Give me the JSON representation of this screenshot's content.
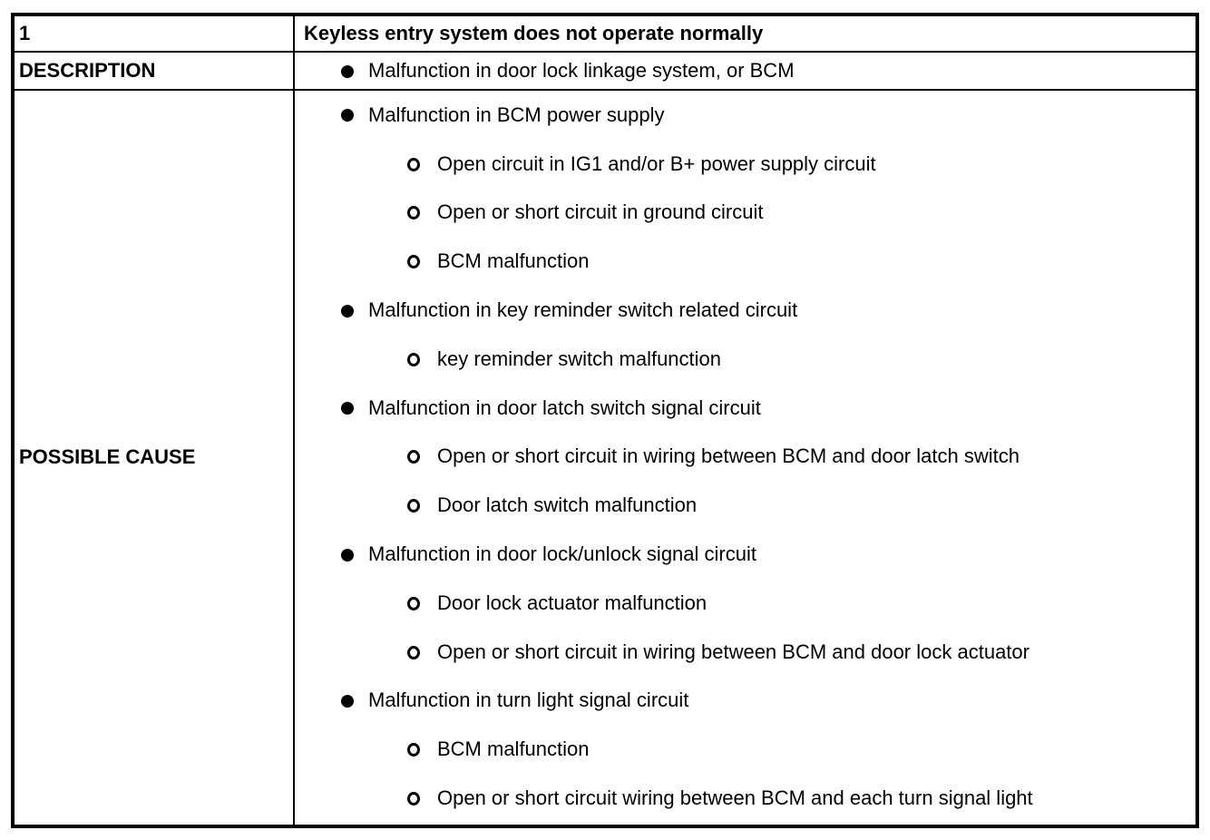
{
  "table": {
    "colors": {
      "border": "#000000",
      "text": "#000000",
      "background": "#ffffff"
    },
    "header": {
      "number": "1",
      "title": "Keyless entry system does not operate normally"
    },
    "description": {
      "label": "DESCRIPTION",
      "items": [
        {
          "level": 1,
          "text": "Malfunction in door lock linkage system, or BCM"
        }
      ]
    },
    "possible_cause": {
      "label": "POSSIBLE CAUSE",
      "items": [
        {
          "level": 1,
          "text": "Malfunction in BCM power supply"
        },
        {
          "level": 2,
          "text": "Open circuit in IG1 and/or B+ power supply circuit"
        },
        {
          "level": 2,
          "text": "Open or short circuit in ground circuit"
        },
        {
          "level": 2,
          "text": "BCM malfunction"
        },
        {
          "level": 1,
          "text": "Malfunction in key reminder switch related circuit"
        },
        {
          "level": 2,
          "text": "key reminder switch malfunction"
        },
        {
          "level": 1,
          "text": "Malfunction in door latch switch signal circuit"
        },
        {
          "level": 2,
          "text": "Open or short circuit in wiring between BCM and door latch switch"
        },
        {
          "level": 2,
          "text": "Door latch switch malfunction"
        },
        {
          "level": 1,
          "text": "Malfunction in door lock/unlock signal circuit"
        },
        {
          "level": 2,
          "text": "Door lock actuator malfunction"
        },
        {
          "level": 2,
          "text": "Open or short circuit in wiring between BCM and door lock actuator"
        },
        {
          "level": 1,
          "text": "Malfunction in turn light signal circuit"
        },
        {
          "level": 2,
          "text": "BCM malfunction"
        },
        {
          "level": 2,
          "text": "Open or short circuit wiring between BCM and each turn signal light"
        }
      ]
    }
  }
}
